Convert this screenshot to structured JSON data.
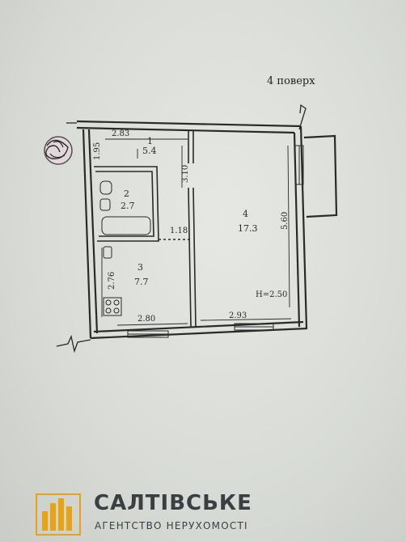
{
  "plan": {
    "floor_label": "4 поверх",
    "ceiling_height": "H=2.50",
    "rooms": [
      {
        "number": "1",
        "area": "5.4"
      },
      {
        "number": "2",
        "area": "2.7"
      },
      {
        "number": "3",
        "area": "7.7"
      },
      {
        "number": "4",
        "area": "17.3"
      }
    ],
    "dimensions": {
      "corridor_width": "2.83",
      "corridor_depth": "1.95",
      "room_wall": "3.10",
      "passage": "1.18",
      "kitchen_depth": "2.76",
      "kitchen_width": "2.80",
      "living_width": "2.93",
      "living_depth": "5.60"
    }
  },
  "brand": {
    "name": "САЛТІВСЬКЕ",
    "subtitle": "АГЕНТСТВО НЕРУХОМОСТІ",
    "color": "#e0a324"
  }
}
